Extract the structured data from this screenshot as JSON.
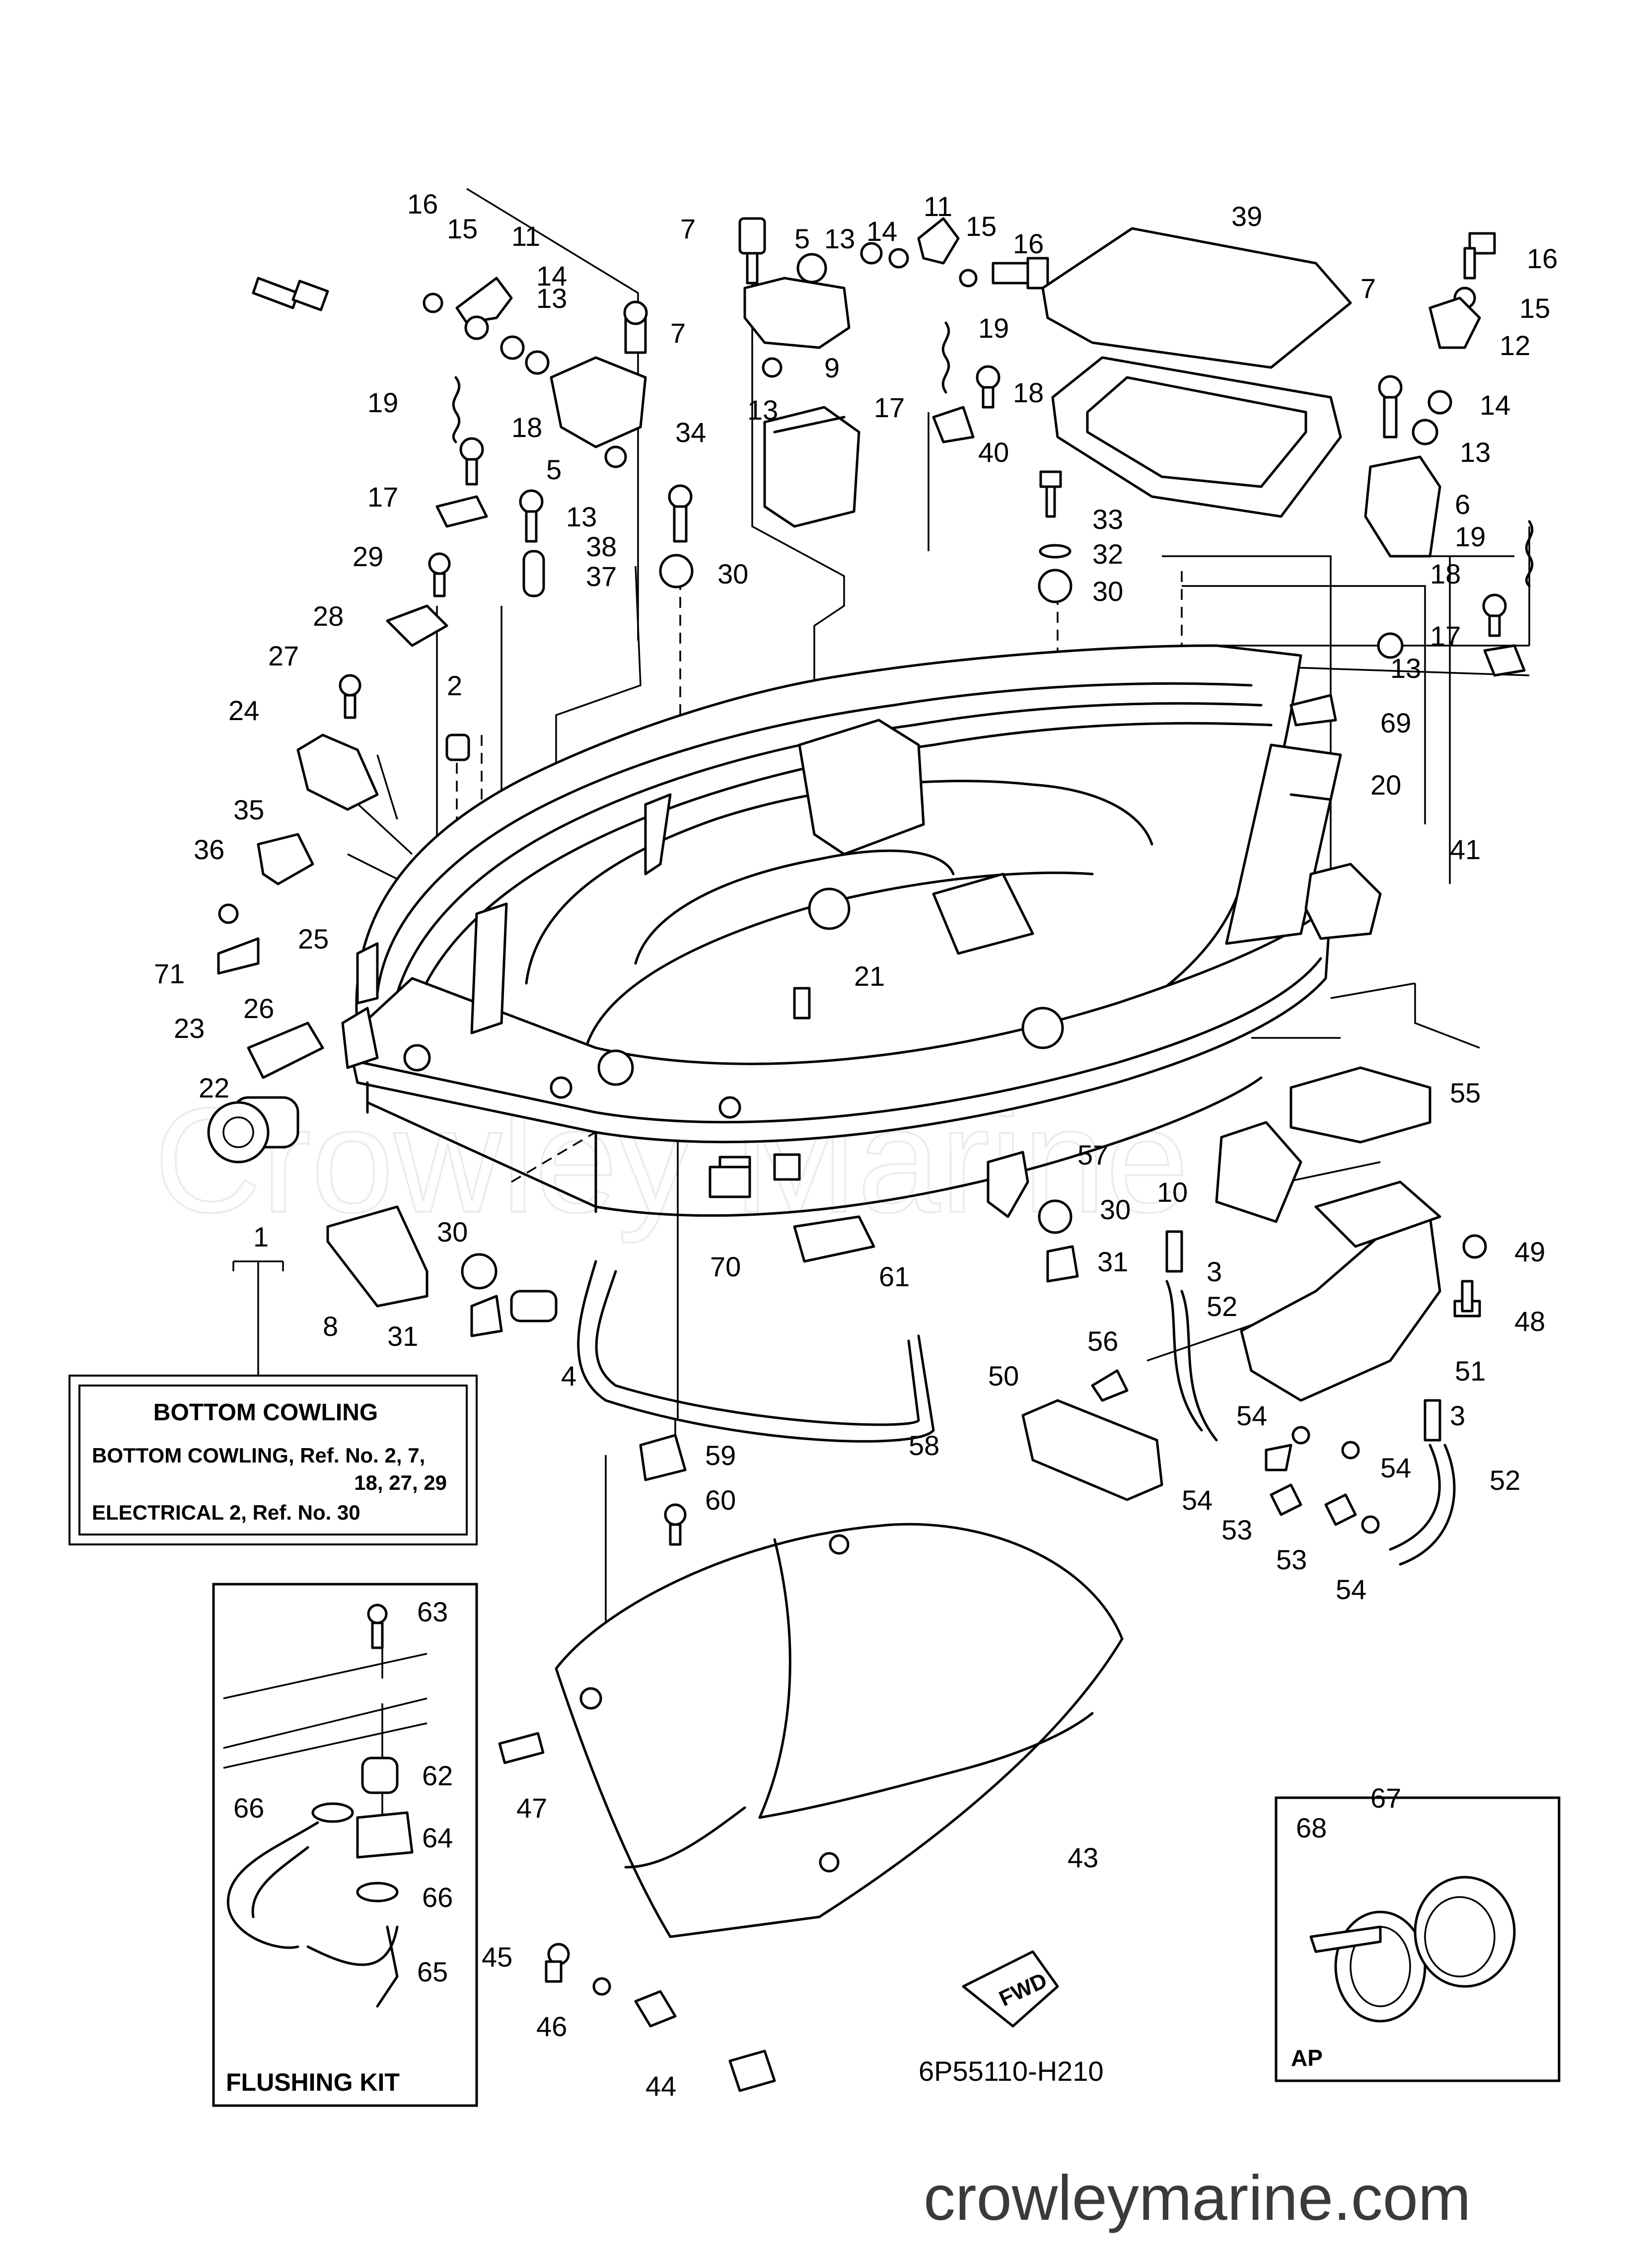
{
  "watermark": "Crowley Marine",
  "footer_site": "crowleymarine.com",
  "diagram_code": "6P55110-H210",
  "fwd_label": "FWD",
  "legend_box": {
    "title": "BOTTOM COWLING",
    "line1": "BOTTOM COWLING,  Ref. No. 2, 7,",
    "line2": "18, 27, 29",
    "line3": "ELECTRICAL 2,  Ref. No. 30"
  },
  "flushing_kit_label": "FLUSHING KIT",
  "ap_label": "AP",
  "callouts": {
    "c16a": "16",
    "c15a": "15",
    "c11a": "11",
    "c14a": "14",
    "c13a": "13",
    "c7a": "7",
    "c19a": "19",
    "c18a": "18",
    "c5a": "5",
    "c13b": "13",
    "c17a": "17",
    "c38": "38",
    "c29": "29",
    "c37": "37",
    "c28": "28",
    "c27": "27",
    "c2": "2",
    "c24": "24",
    "c35": "35",
    "c36": "36",
    "c25": "25",
    "c71": "71",
    "c26": "26",
    "c23": "23",
    "c22": "22",
    "c1": "1",
    "c8": "8",
    "c30a": "30",
    "c31a": "31",
    "c4": "4",
    "c7b": "7",
    "c5b": "5",
    "c13c": "13",
    "c14b": "14",
    "c11b": "11",
    "c15b": "15",
    "c16b": "16",
    "c19b": "19",
    "c13d": "13",
    "c9": "9",
    "c17b": "17",
    "c18b": "18",
    "c34": "34",
    "c30b": "30",
    "c40": "40",
    "c39": "39",
    "c33": "33",
    "c32": "32",
    "c30c": "30",
    "c16c": "16",
    "c15c": "15",
    "c7c": "7",
    "c12": "12",
    "c14c": "14",
    "c13e": "13",
    "c6": "6",
    "c19c": "19",
    "c18c": "18",
    "c17c": "17",
    "c13f": "13",
    "c69": "69",
    "c20": "20",
    "c41": "41",
    "c21": "21",
    "c55": "55",
    "c57": "57",
    "c30d": "30",
    "c10": "10",
    "c70": "70",
    "c61": "61",
    "c3a": "3",
    "c31b": "31",
    "c49": "49",
    "c48": "48",
    "c52a": "52",
    "c56": "56",
    "c50": "50",
    "c51": "51",
    "c3b": "3",
    "c54a": "54",
    "c54b": "54",
    "c54c": "54",
    "c53a": "53",
    "c53b": "53",
    "c54d": "54",
    "c52b": "52",
    "c58": "58",
    "c59": "59",
    "c60": "60",
    "c63": "63",
    "c62": "62",
    "c66a": "66",
    "c64": "64",
    "c66b": "66",
    "c65": "65",
    "c47": "47",
    "c43": "43",
    "c68": "68",
    "c67": "67",
    "c45": "45",
    "c46": "46",
    "c44": "44"
  }
}
